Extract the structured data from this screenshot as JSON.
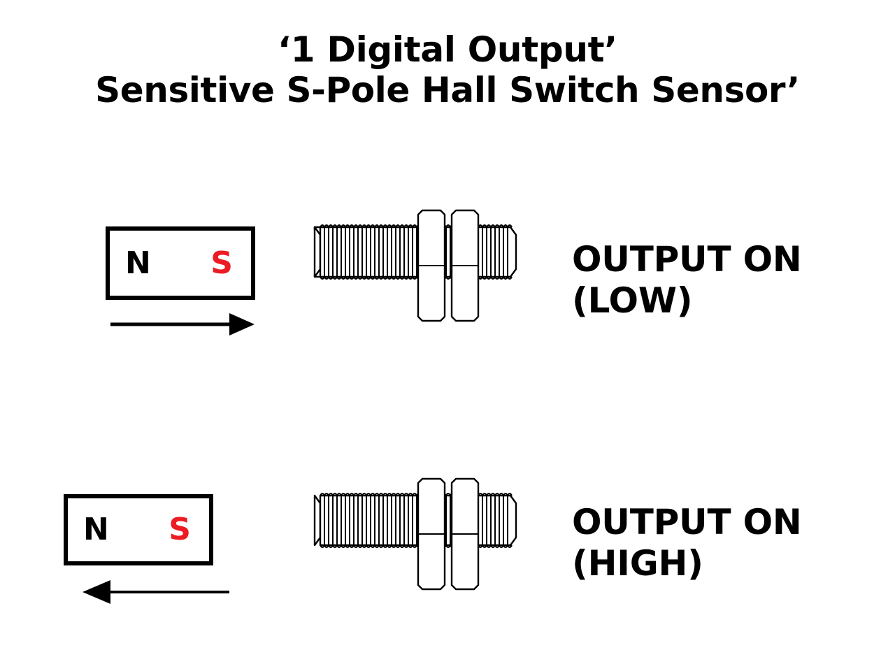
{
  "title": {
    "line1": "‘1 Digital Output’",
    "line2": "Sensitive S-Pole Hall Switch Sensor’"
  },
  "colors": {
    "background": "#ffffff",
    "ink": "#000000",
    "south_pole_red": "#ec1c24",
    "sensor_outline": "#000000"
  },
  "rows": [
    {
      "id": "top",
      "magnet": {
        "north_label": "N",
        "south_label": "S",
        "arrow_direction": "right",
        "arrow_icon": "arrow-right-icon"
      },
      "sensor": {
        "icon": "threaded-hall-sensor-icon",
        "description": "threaded barrel hall switch sensor with two hex nuts"
      },
      "output": {
        "line1": "OUTPUT ON",
        "line2": "(LOW)",
        "text": "OUTPUT ON\n(LOW)"
      }
    },
    {
      "id": "bottom",
      "magnet": {
        "north_label": "N",
        "south_label": "S",
        "arrow_direction": "left",
        "arrow_icon": "arrow-left-icon"
      },
      "sensor": {
        "icon": "threaded-hall-sensor-icon",
        "description": "threaded barrel hall switch sensor with two hex nuts"
      },
      "output": {
        "line1": "OUTPUT ON",
        "line2": "(HIGH)",
        "text": "OUTPUT ON\n(HIGH)"
      }
    }
  ]
}
